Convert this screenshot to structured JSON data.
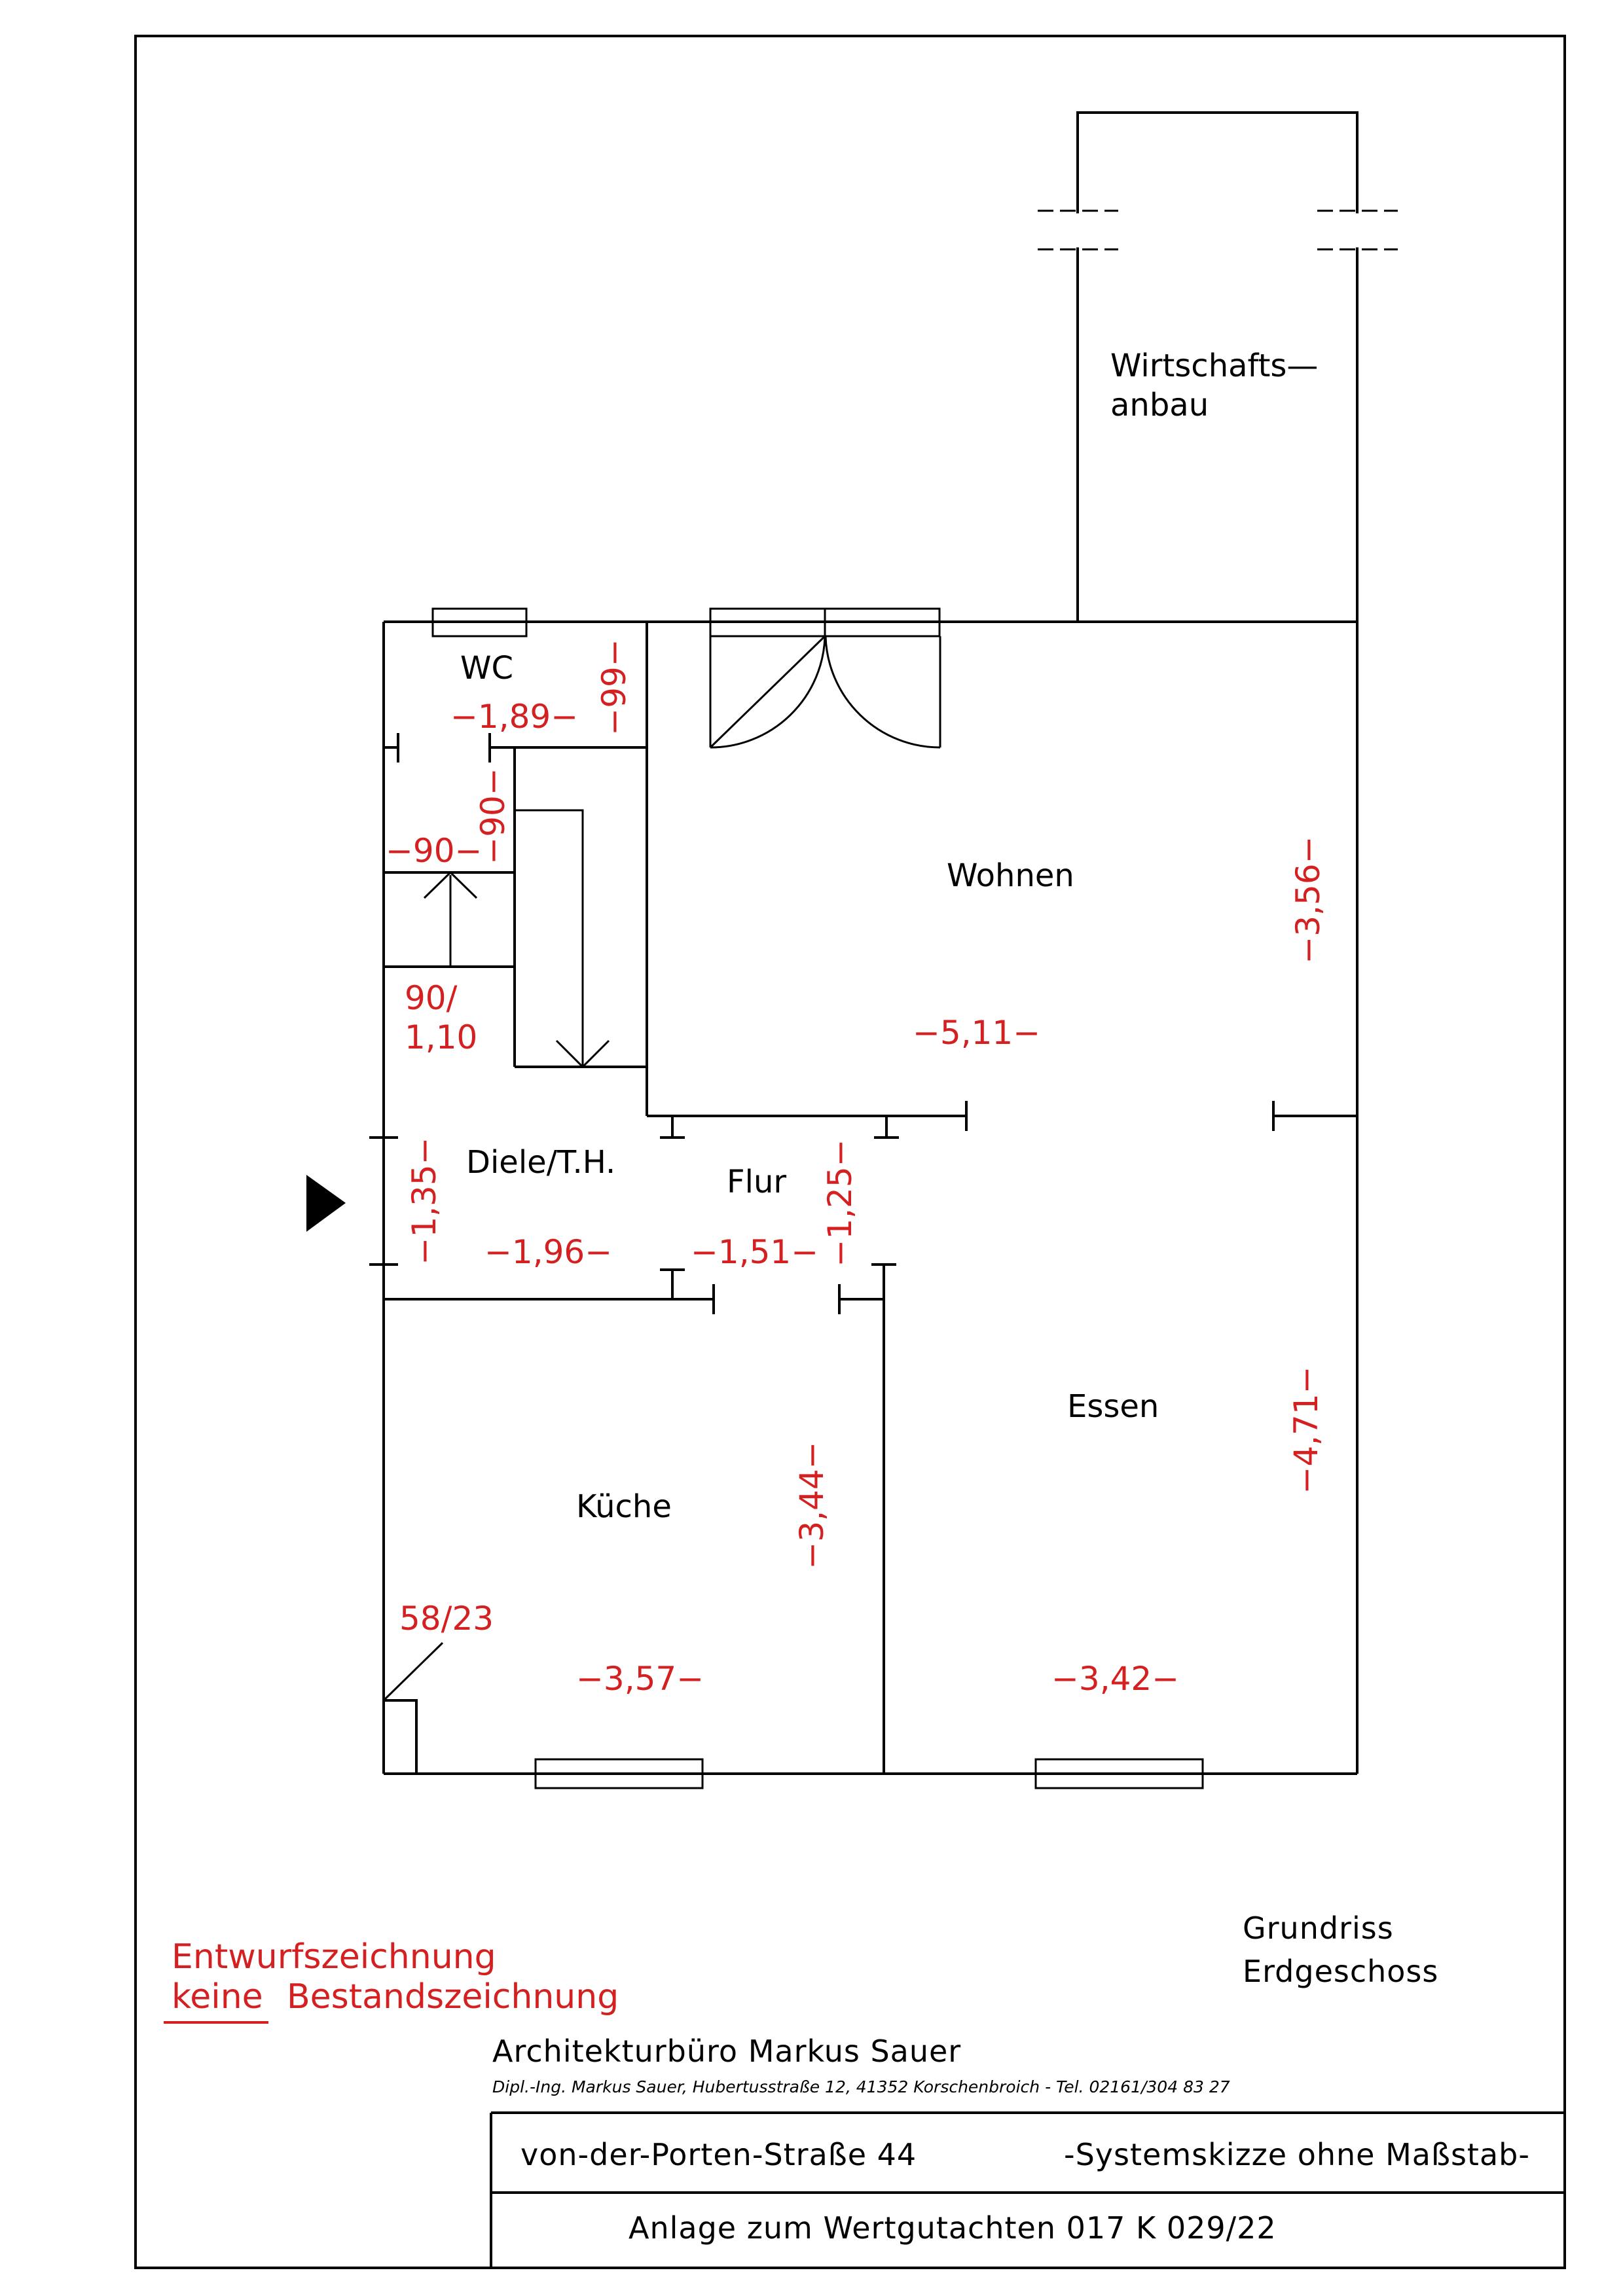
{
  "rooms": {
    "wc": "WC",
    "wirtschaft_1": "Wirtschafts—",
    "wirtschaft_2": "anbau",
    "wohnen": "Wohnen",
    "diele": "Diele/T.H.",
    "flur": "Flur",
    "kueche": "Küche",
    "essen": "Essen"
  },
  "dimensions": {
    "wc_width": "−1,89−",
    "wc_depth": "−99−",
    "stair_90_v": "−90−",
    "stair_90_h": "−90−",
    "stair_90_110_a": "90/",
    "stair_90_110_b": "1,10",
    "wohnen_width": "−5,11−",
    "wohnen_depth": "−3,56−",
    "diele_depth": "−1,35−",
    "diele_width": "−1,96−",
    "flur_width": "−1,51−",
    "flur_depth": "−1,25−",
    "kueche_depth": "−3,44−",
    "kueche_width": "−3,57−",
    "essen_depth": "−4,71−",
    "essen_width": "−3,42−",
    "chimney": "58/23"
  },
  "notes": {
    "draft": "Entwurfszeichnung",
    "keine": "keine",
    "bestand": "Bestandszeichnung"
  },
  "titleblock": {
    "plan_1": "Grundriss",
    "plan_2": "Erdgeschoss",
    "office": "Architekturbüro Markus Sauer",
    "address": "Dipl.-Ing. Markus Sauer, Hubertusstraße 12, 41352 Korschenbroich - Tel. 02161/304 83 27",
    "street": "von-der-Porten-Straße 44",
    "scale": "-Systemskizze ohne Maßstab-",
    "annex": "Anlage zum Wertgutachten 017 K 029/22"
  }
}
